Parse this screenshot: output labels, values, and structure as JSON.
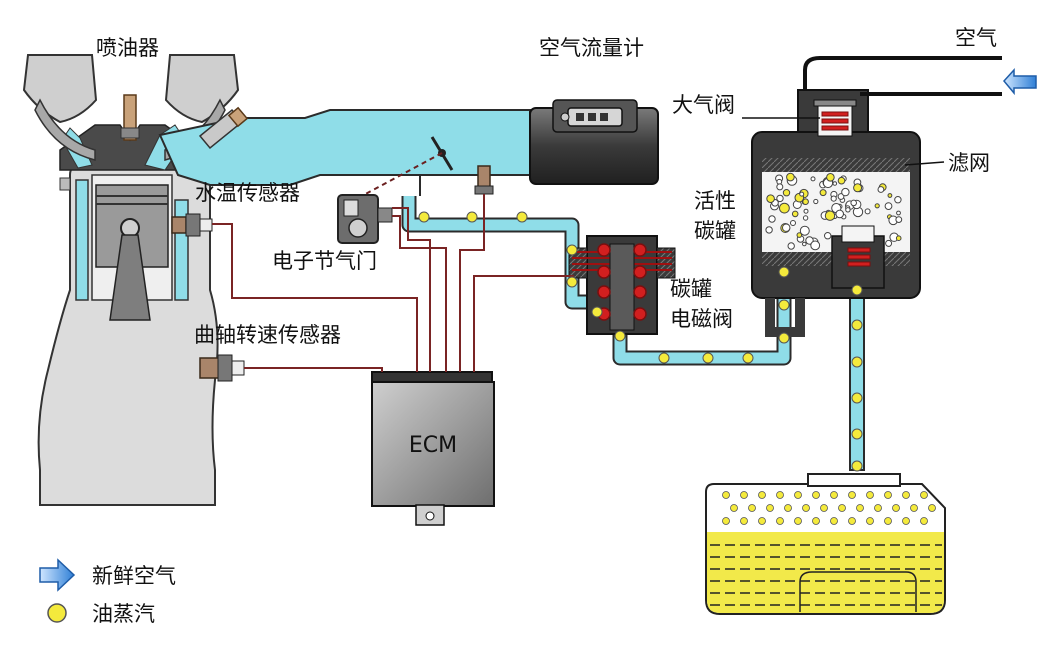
{
  "labels": {
    "injector": "喷油器",
    "air_flow_meter": "空气流量计",
    "air": "空气",
    "atmospheric_valve": "大气阀",
    "filter": "滤网",
    "activated_carbon_canister_line1": "活性",
    "activated_carbon_canister_line2": "碳罐",
    "coolant_temp_sensor": "水温传感器",
    "electronic_throttle": "电子节气门",
    "canister_solenoid_line1": "碳罐",
    "canister_solenoid_line2": "电磁阀",
    "crankshaft_speed_sensor": "曲轴转速传感器",
    "ecm": "ECM"
  },
  "legend": {
    "fresh_air": "新鲜空气",
    "fuel_vapor": "油蒸汽"
  },
  "colors": {
    "air_duct": "#8fdde8",
    "vapor_dot": "#f4ea3c",
    "wire": "#7a2424",
    "engine_body": "#d9d9d9",
    "fuel": "#f2e94a",
    "solenoid_red": "#d21f1f",
    "ecm_body": "#8a8a8a",
    "fresh_air_arrow": "#3d8ee0"
  }
}
